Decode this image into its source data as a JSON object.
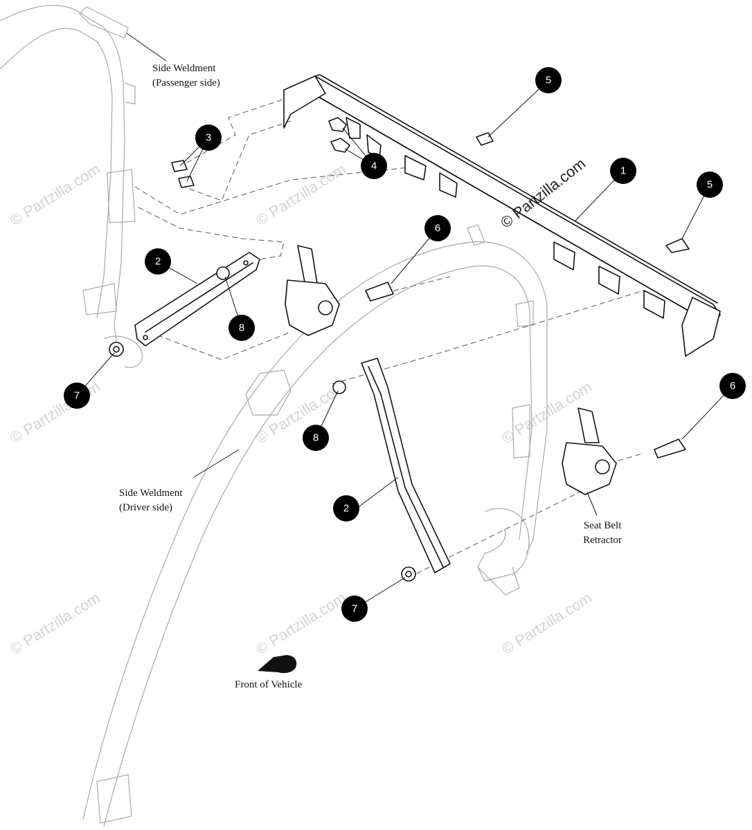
{
  "watermark": {
    "text": "© Partzilla.com",
    "main_text": "© Partzilla.com"
  },
  "labels": {
    "side_weldment_passenger": [
      "Side Weldment",
      "(Passenger side)"
    ],
    "side_weldment_driver": [
      "Side Weldment",
      "(Driver side)"
    ],
    "seat_belt_retractor": [
      "Seat Belt",
      "Retractor"
    ],
    "front_of_vehicle": "Front of Vehicle"
  },
  "callouts": [
    {
      "num": "1"
    },
    {
      "num": "2"
    },
    {
      "num": "2"
    },
    {
      "num": "3"
    },
    {
      "num": "4"
    },
    {
      "num": "5"
    },
    {
      "num": "5"
    },
    {
      "num": "6"
    },
    {
      "num": "6"
    },
    {
      "num": "7"
    },
    {
      "num": "7"
    },
    {
      "num": "8"
    },
    {
      "num": "8"
    }
  ],
  "colors": {
    "line": "#111111",
    "faint_line": "#9a9a9a",
    "callout_fill": "#000000",
    "watermark": "#d3d3d3"
  }
}
